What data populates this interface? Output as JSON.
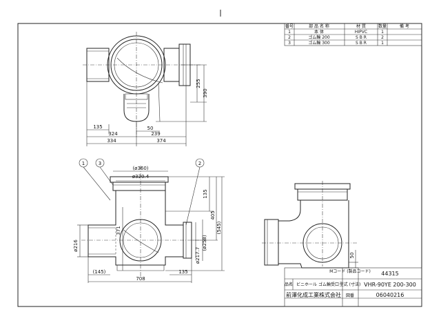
{
  "parts_table": {
    "headers": [
      "番号",
      "部 品 名 称",
      "材 質",
      "数量",
      "備 考"
    ],
    "rows": [
      {
        "no": "1",
        "name": "本 体",
        "material": "HIPVC",
        "qty": "1",
        "note": ""
      },
      {
        "no": "2",
        "name": "ゴム輪 200",
        "material": "S B R",
        "qty": "2",
        "note": ""
      },
      {
        "no": "3",
        "name": "ゴム輪 300",
        "material": "S B R",
        "qty": "1",
        "note": ""
      }
    ]
  },
  "top_view": {
    "dims": {
      "d255": "255",
      "d390": "390",
      "d135": "135",
      "d324": "324",
      "d50": "50",
      "d239": "239",
      "d334": "334",
      "d374": "374"
    }
  },
  "front_view": {
    "balloons": [
      "1",
      "3",
      "2"
    ],
    "dims": {
      "d360": "(ø360)",
      "d3204": "ø320.4",
      "d135v": "135",
      "d405": "405",
      "d545": "(545)",
      "d371": "371",
      "d2177": "ø217.7",
      "d258": "(ø258)",
      "d216": "ø216",
      "d145": "(145)",
      "d708": "708",
      "d135h": "135"
    }
  },
  "side_view": {
    "dims": {
      "d50": "50"
    }
  },
  "title_block": {
    "mcode_label": "Mコード (製品コード)",
    "mcode_value": "44315",
    "name_label": "品名",
    "name_value": "ビニホール ゴム輪受口",
    "model_label": "型式 (寸法)",
    "model_value": "VHR-90YE 200-300",
    "company": "前澤化成工業株式会社",
    "drawing_label": "図番",
    "drawing_value": "06040216"
  }
}
